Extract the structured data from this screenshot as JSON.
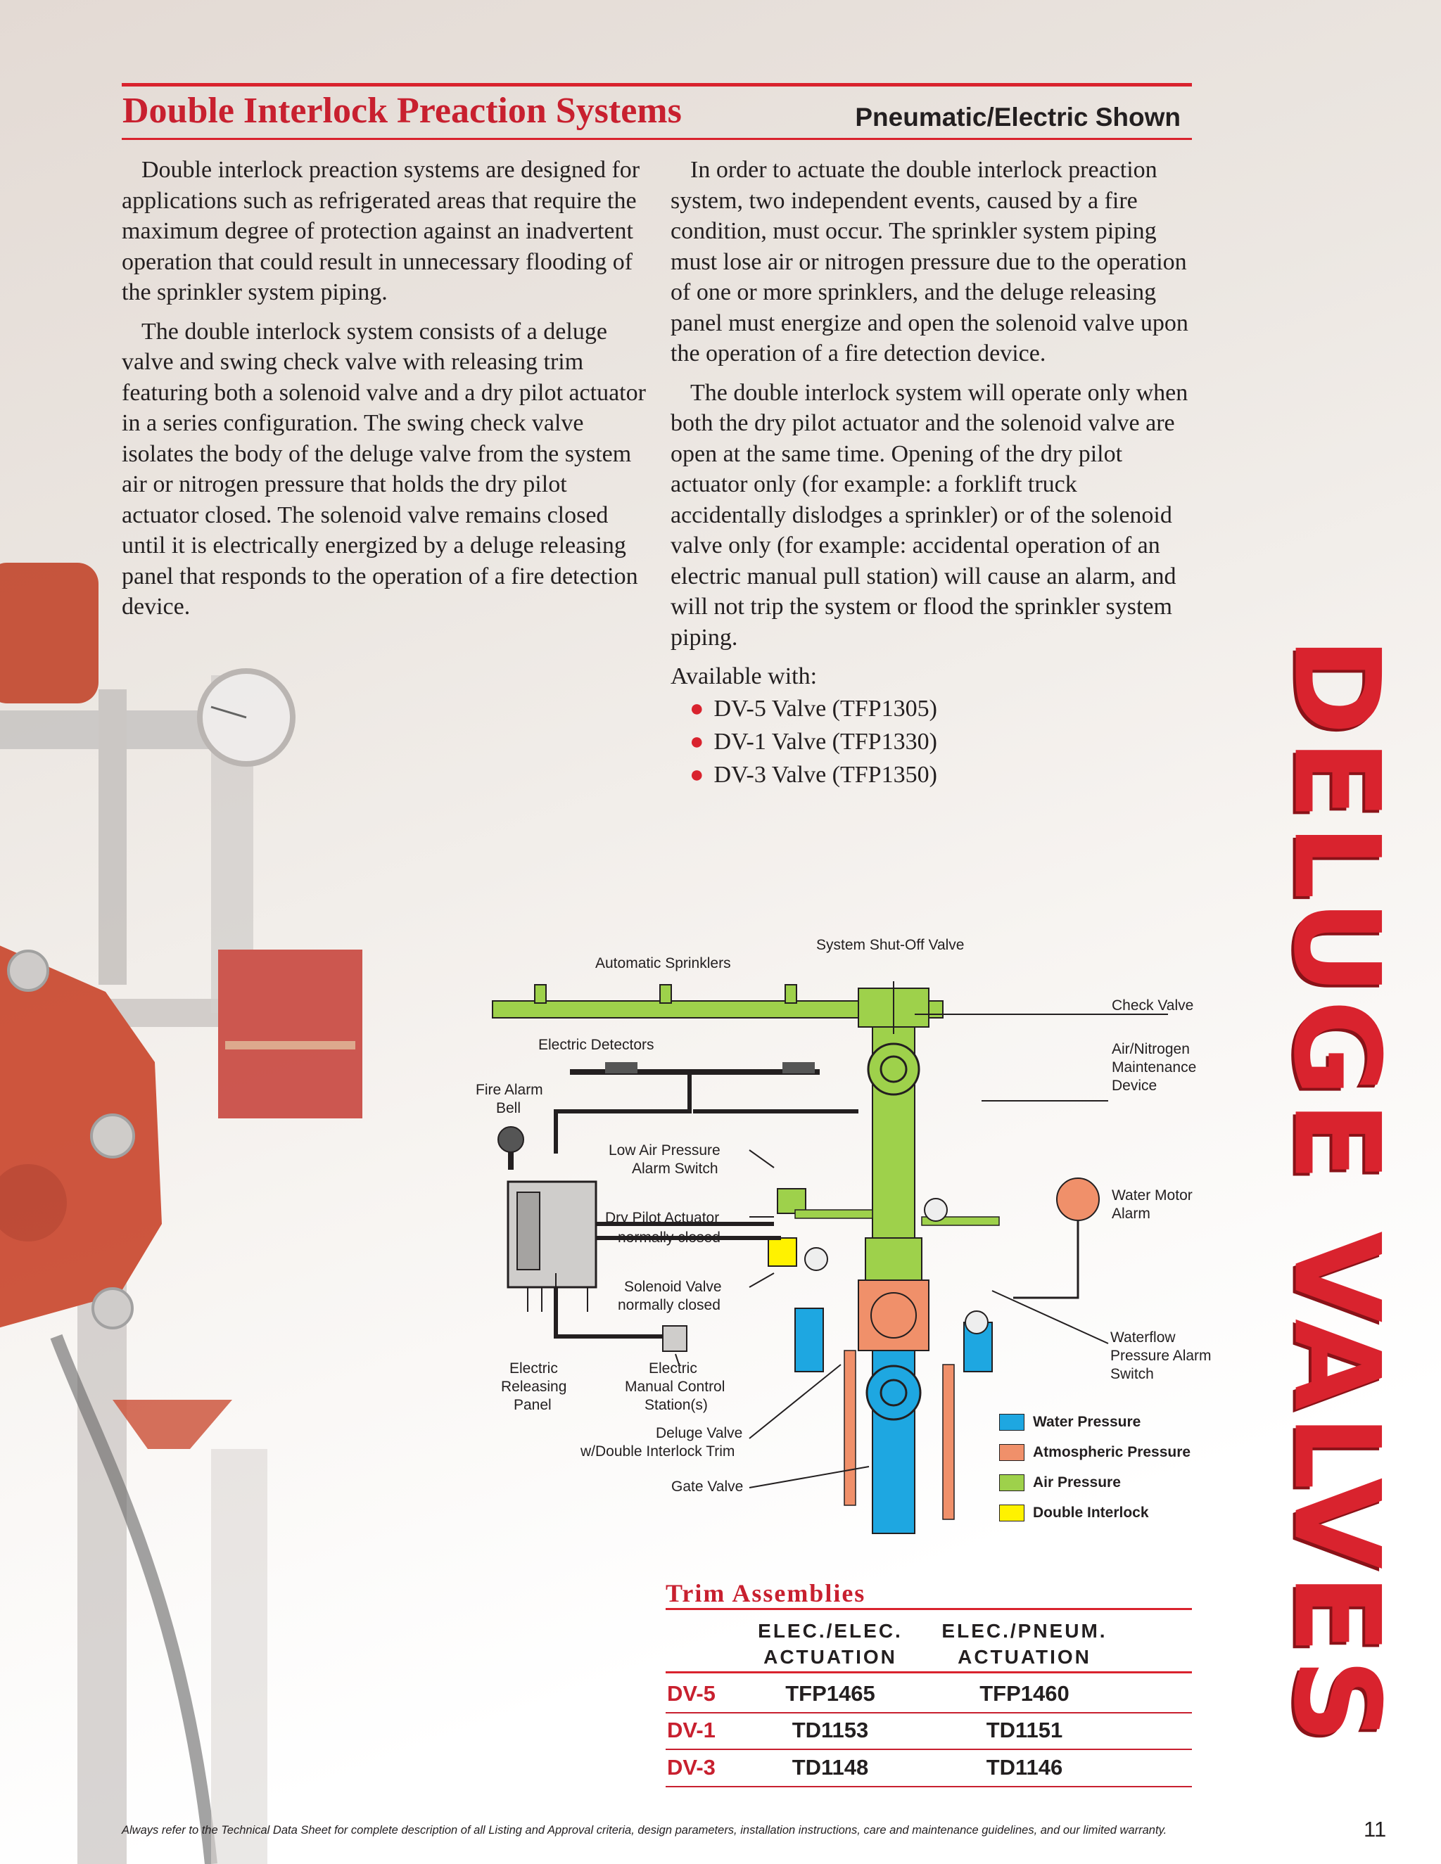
{
  "header": {
    "title": "Double Interlock Preaction Systems",
    "subtitle": "Pneumatic/Electric Shown"
  },
  "body": {
    "left": [
      "Double interlock preaction systems are designed for applications such as refrigerated areas that require the maximum degree of protection against an inadvertent operation that could result in unnecessary flooding of the sprinkler system piping.",
      "The double interlock system consists of a deluge valve and swing check valve with releasing trim featuring both a solenoid valve and a dry pilot actuator in a series configuration. The swing check valve isolates the body of the deluge valve from the system air or nitrogen pressure that holds the dry pilot actuator closed. The solenoid valve remains closed until it is electrically energized by a deluge releasing panel that responds to the operation of a fire detection device."
    ],
    "right": [
      "In order to actuate the double interlock preaction system, two independent events, caused by a fire condition, must occur. The sprinkler system piping must lose air or nitrogen pressure due to the operation of one or more sprinklers, and the deluge releasing panel must energize and open the solenoid valve upon the operation of a fire detection device.",
      "The double interlock system will operate only when both the dry pilot actuator and the solenoid valve are open at the same time. Opening of the dry pilot actuator only (for example: a forklift truck accidentally dislodges a sprinkler) or of the solenoid valve only (for example: accidental operation of an electric manual pull station) will cause an alarm, and will not trip the system or flood the sprinkler system piping."
    ],
    "available_label": "Available with:",
    "available": [
      "DV-5 Valve (TFP1305)",
      "DV-1 Valve (TFP1330)",
      "DV-3 Valve (TFP1350)"
    ]
  },
  "sidebar": {
    "text": "DELUGE VALVES"
  },
  "diagram": {
    "labels": {
      "system_shutoff": "System Shut-Off Valve",
      "auto_sprinklers": "Automatic Sprinklers",
      "check_valve": "Check Valve",
      "electric_detectors": "Electric Detectors",
      "air_nitrogen_1": "Air/Nitrogen",
      "air_nitrogen_2": "Maintenance",
      "air_nitrogen_3": "Device",
      "fire_alarm_1": "Fire Alarm",
      "fire_alarm_2": "Bell",
      "low_air_1": "Low Air Pressure",
      "low_air_2": "Alarm Switch",
      "water_motor_1": "Water Motor",
      "water_motor_2": "Alarm",
      "dry_pilot_1": "Dry Pilot Actuator",
      "dry_pilot_2": "normally closed",
      "solenoid_1": "Solenoid Valve",
      "solenoid_2": "normally closed",
      "waterflow_1": "Waterflow",
      "waterflow_2": "Pressure Alarm",
      "waterflow_3": "Switch",
      "releasing_1": "Electric",
      "releasing_2": "Releasing",
      "releasing_3": "Panel",
      "manual_1": "Electric",
      "manual_2": "Manual Control",
      "manual_3": "Station(s)",
      "deluge_1": "Deluge Valve",
      "deluge_2": "w/Double Interlock Trim",
      "gate_valve": "Gate Valve"
    },
    "legend": [
      {
        "label": "Water Pressure",
        "color": "#1ea7e1"
      },
      {
        "label": "Atmospheric Pressure",
        "color": "#f0906a"
      },
      {
        "label": "Air Pressure",
        "color": "#9ed14b"
      },
      {
        "label": "Double Interlock",
        "color": "#fff200"
      }
    ]
  },
  "trim": {
    "title": "Trim Assemblies",
    "col1": [
      "ELEC./ELEC.",
      "ACTUATION"
    ],
    "col2": [
      "ELEC./PNEUM.",
      "ACTUATION"
    ],
    "rows": [
      {
        "model": "DV-5",
        "elec": "TFP1465",
        "pneum": "TFP1460"
      },
      {
        "model": "DV-1",
        "elec": "TD1153",
        "pneum": "TD1151"
      },
      {
        "model": "DV-3",
        "elec": "TD1148",
        "pneum": "TD1146"
      }
    ]
  },
  "footer": {
    "note": "Always refer to the Technical Data Sheet for complete description of all Listing and Approval criteria, design parameters, installation instructions, care and maintenance guidelines, and our limited warranty.",
    "page": "11"
  }
}
